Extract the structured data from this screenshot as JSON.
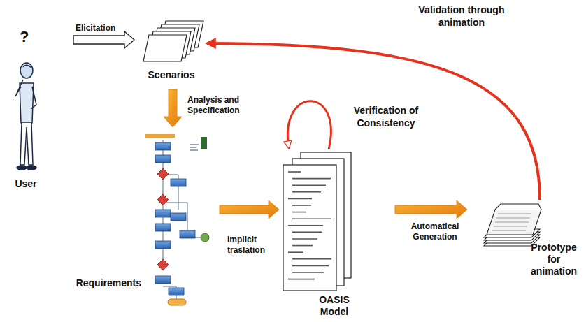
{
  "diagram": {
    "nodes": [
      {
        "text": [
          "User"
        ]
      },
      {
        "text": [
          "Scenarios"
        ]
      },
      {
        "text": [
          "Requirements"
        ]
      },
      {
        "text": [
          "OASIS Model"
        ]
      },
      {
        "text": [
          "Prototype for animation"
        ]
      }
    ],
    "edges": [
      {
        "from": 0,
        "to": 1,
        "label": "Elicitation",
        "arrow": "to"
      },
      {
        "from": 1,
        "to": 2,
        "label": "Analysis and Specification",
        "arrow": "to"
      },
      {
        "from": 2,
        "to": 3,
        "label": "Implicit traslation",
        "arrow": "to"
      },
      {
        "from": 3,
        "to": 3,
        "label": "Verification of Consistency",
        "arrow": "to"
      },
      {
        "from": 3,
        "to": 4,
        "label": "Automatical Generation",
        "arrow": "to"
      },
      {
        "from": 4,
        "to": 1,
        "label": "Validation through animation",
        "arrow": "to"
      }
    ],
    "labels": [
      "?"
    ]
  }
}
